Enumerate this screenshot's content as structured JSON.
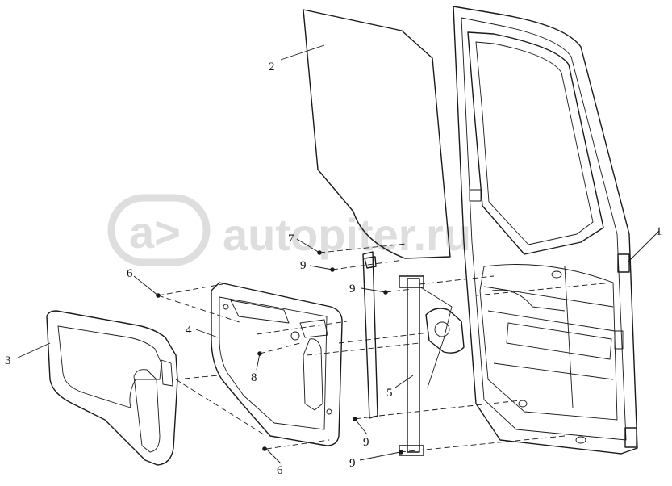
{
  "watermark": {
    "text": "autopiter.ru",
    "color": "#d9d9d9"
  },
  "callouts": {
    "door_frame": "1",
    "window_glass": "2",
    "trim_panel": "3",
    "inner_panel": "4",
    "window_regulator": "5",
    "fastener_upper": "6",
    "fastener_lower": "6",
    "glass_bolt": "7",
    "panel_clip": "8",
    "bolt_a": "9",
    "bolt_b": "9",
    "bolt_c": "9",
    "bolt_d": "9"
  }
}
